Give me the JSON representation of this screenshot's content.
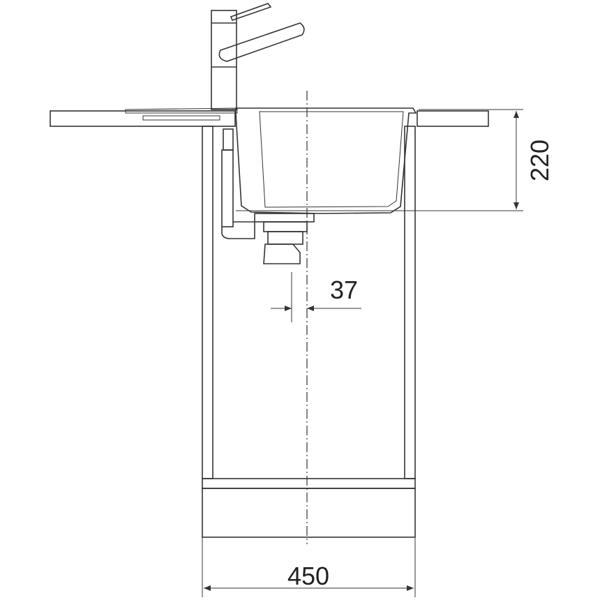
{
  "drawing": {
    "line_color": "#333333",
    "background": "#ffffff",
    "dimensions": {
      "bowl_depth": "220",
      "drain_offset": "37",
      "cabinet_width": "450"
    }
  }
}
